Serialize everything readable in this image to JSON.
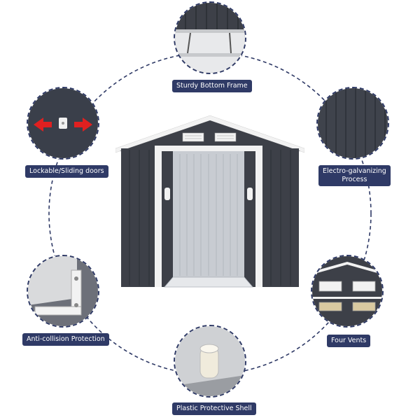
{
  "features": {
    "bottom_frame": {
      "label": "Sturdy Bottom Frame"
    },
    "sliding_doors": {
      "label": "Lockable/Sliding doors"
    },
    "galvanizing": {
      "label_line1": "Electro-galvanizing",
      "label_line2": "Process"
    },
    "anti_collision": {
      "label": "Anti-collision Protection"
    },
    "vents": {
      "label": "Four Vents"
    },
    "protective_shell": {
      "label": "Plastic Protective Shell"
    }
  },
  "colors": {
    "panel_dark": "#3d4048",
    "trim_white": "#f2f2f2",
    "door_light": "#c8ccd2",
    "label_bg": "#2f3a66",
    "arrow_red": "#e02020"
  },
  "icons": {
    "arrow_left": "left-arrow-icon",
    "arrow_right": "right-arrow-icon"
  }
}
